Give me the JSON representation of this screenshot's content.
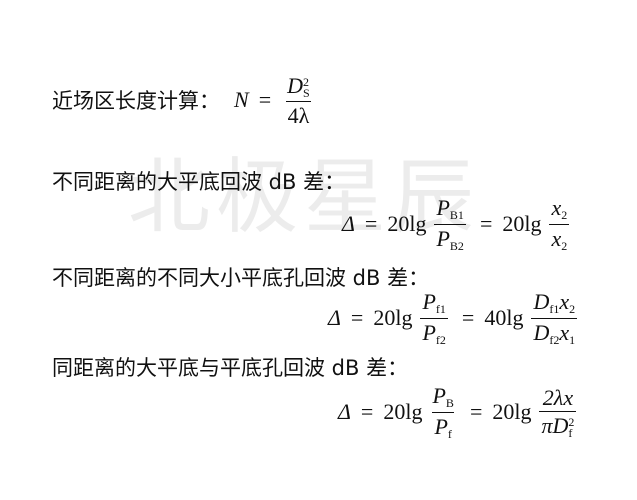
{
  "watermark": "北极星辰",
  "items": [
    {
      "label": "近场区长度计算：",
      "formula": {
        "lhs": "N",
        "eq": "=",
        "num_base": "D",
        "num_sup": "2",
        "num_sub": "S",
        "den": "4λ"
      }
    },
    {
      "label": "不同距离的大平底回波 dB 差：",
      "formula": {
        "lhs": "Δ",
        "eq": "=",
        "coef1": "20lg",
        "frac1_num_base": "P",
        "frac1_num_sub": "B1",
        "frac1_den_base": "P",
        "frac1_den_sub": "B2",
        "eq2": "=",
        "coef2": "20lg",
        "frac2_num_base": "x",
        "frac2_num_sub": "2",
        "frac2_den_base": "x",
        "frac2_den_sub": "2"
      }
    },
    {
      "label": "不同距离的不同大小平底孔回波 dB 差：",
      "formula": {
        "lhs": "Δ",
        "eq": "=",
        "coef1": "20lg",
        "frac1_num_base": "P",
        "frac1_num_sub": "f1",
        "frac1_den_base": "P",
        "frac1_den_sub": "f2",
        "eq2": "=",
        "coef2": "40lg",
        "frac2_num_a_base": "D",
        "frac2_num_a_sub": "f1",
        "frac2_num_b_base": "x",
        "frac2_num_b_sub": "2",
        "frac2_den_a_base": "D",
        "frac2_den_a_sub": "f2",
        "frac2_den_b_base": "x",
        "frac2_den_b_sub": "1"
      }
    },
    {
      "label": "同距离的大平底与平底孔回波 dB 差：",
      "formula": {
        "lhs": "Δ",
        "eq": "=",
        "coef1": "20lg",
        "frac1_num_base": "P",
        "frac1_num_sub": "B",
        "frac1_den_base": "P",
        "frac1_den_sub": "f",
        "eq2": "=",
        "coef2": "20lg",
        "frac2_num": "2λx",
        "frac2_den_pre": "π",
        "frac2_den_base": "D",
        "frac2_den_sup": "2",
        "frac2_den_sub": "f"
      }
    }
  ]
}
